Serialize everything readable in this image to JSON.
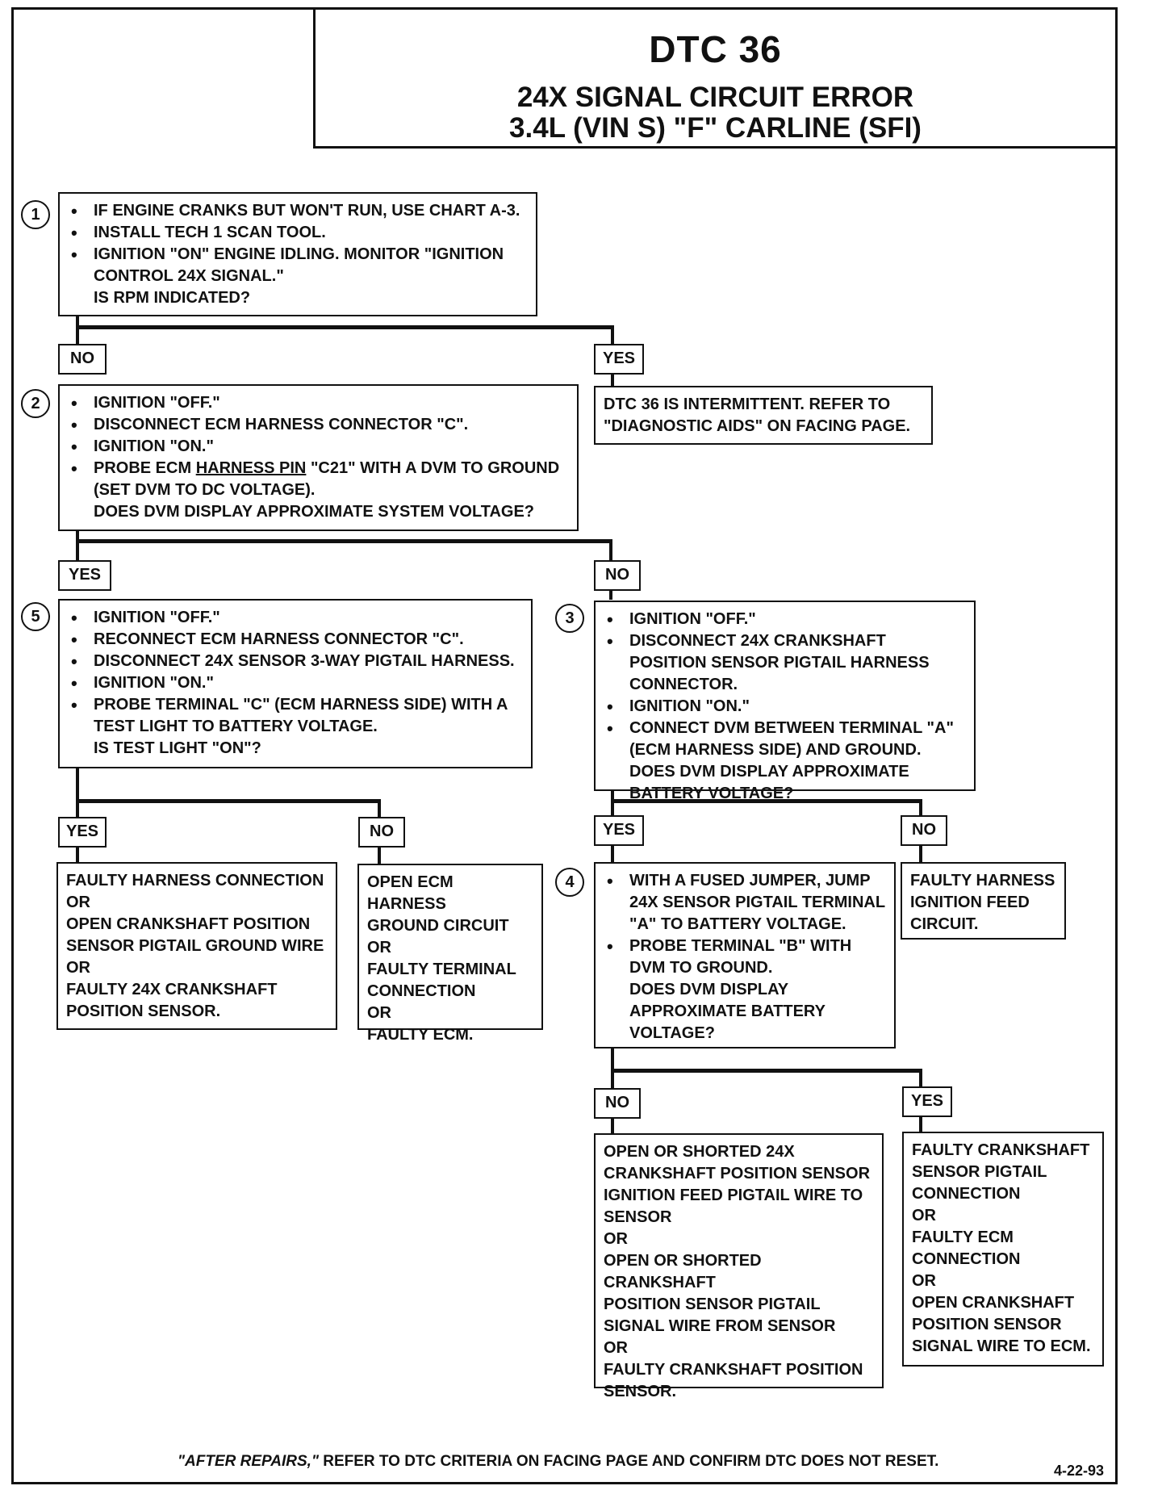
{
  "header": {
    "code": "DTC 36",
    "title": "24X SIGNAL CIRCUIT ERROR",
    "subtitle": "3.4L  (VIN S)  \"F\"  CARLINE  (SFI)"
  },
  "steps": {
    "s1": {
      "number": "1",
      "bullets": [
        "IF ENGINE CRANKS BUT WON'T RUN, USE CHART A-3.",
        "INSTALL TECH 1 SCAN TOOL.",
        "IGNITION \"ON\" ENGINE IDLING.  MONITOR \"IGNITION CONTROL 24X SIGNAL.\""
      ],
      "question": "IS RPM INDICATED?"
    },
    "s2": {
      "number": "2",
      "bullets": [
        "IGNITION \"OFF.\"",
        "DISCONNECT ECM HARNESS CONNECTOR \"C\".",
        "IGNITION \"ON.\""
      ],
      "probe_prefix": "PROBE ECM ",
      "probe_underlined": "HARNESS PIN",
      "probe_suffix": " \"C21\" WITH A DVM TO GROUND (SET DVM TO DC VOLTAGE).",
      "question": "DOES DVM DISPLAY APPROXIMATE SYSTEM VOLTAGE?"
    },
    "s3": {
      "number": "3",
      "bullets": [
        "IGNITION \"OFF.\"",
        "DISCONNECT 24X CRANKSHAFT POSITION SENSOR PIGTAIL HARNESS CONNECTOR.",
        "IGNITION \"ON.\"",
        "CONNECT DVM BETWEEN TERMINAL \"A\" (ECM HARNESS SIDE) AND GROUND."
      ],
      "question": "DOES DVM DISPLAY APPROXIMATE BATTERY VOLTAGE?"
    },
    "s4": {
      "number": "4",
      "bullets": [
        "WITH A FUSED JUMPER, JUMP 24X SENSOR PIGTAIL TERMINAL \"A\" TO BATTERY VOLTAGE.",
        "PROBE TERMINAL \"B\" WITH DVM TO GROUND."
      ],
      "question": "DOES DVM DISPLAY APPROXIMATE BATTERY VOLTAGE?"
    },
    "s5": {
      "number": "5",
      "bullets": [
        "IGNITION \"OFF.\"",
        "RECONNECT ECM HARNESS CONNECTOR \"C\".",
        "DISCONNECT 24X SENSOR 3-WAY PIGTAIL HARNESS.",
        "IGNITION \"ON.\"",
        "PROBE TERMINAL \"C\" (ECM HARNESS SIDE) WITH A TEST LIGHT TO BATTERY VOLTAGE."
      ],
      "question": "IS TEST LIGHT \"ON\"?"
    }
  },
  "labels": {
    "no": "NO",
    "yes": "YES"
  },
  "results": {
    "intermittent": [
      "DTC 36 IS INTERMITTENT.  REFER TO",
      "\"DIAGNOSTIC AIDS\" ON FACING PAGE."
    ],
    "s5_yes": [
      "FAULTY HARNESS CONNECTION",
      "OR",
      "OPEN CRANKSHAFT POSITION",
      "SENSOR PIGTAIL GROUND WIRE",
      "OR",
      "FAULTY 24X CRANKSHAFT",
      "POSITION SENSOR."
    ],
    "s5_no": [
      "OPEN ECM HARNESS",
      "GROUND CIRCUIT",
      "OR",
      "FAULTY TERMINAL",
      "CONNECTION",
      "OR",
      "FAULTY ECM."
    ],
    "s3_no": [
      "FAULTY HARNESS",
      "IGNITION FEED",
      "CIRCUIT."
    ],
    "s4_no": [
      "OPEN OR SHORTED 24X",
      "CRANKSHAFT POSITION SENSOR",
      "IGNITION FEED PIGTAIL WIRE TO",
      "SENSOR",
      "OR",
      "OPEN OR SHORTED CRANKSHAFT",
      "POSITION SENSOR PIGTAIL",
      "SIGNAL WIRE FROM SENSOR",
      "OR",
      "FAULTY CRANKSHAFT POSITION",
      "SENSOR."
    ],
    "s4_yes": [
      "FAULTY CRANKSHAFT",
      "SENSOR PIGTAIL",
      "CONNECTION",
      "OR",
      "FAULTY ECM",
      "CONNECTION",
      "OR",
      "OPEN CRANKSHAFT",
      "POSITION SENSOR",
      "SIGNAL WIRE TO ECM."
    ]
  },
  "footer": {
    "emphasis": "\"AFTER REPAIRS,\"",
    "text": " REFER TO DTC CRITERIA ON FACING PAGE AND CONFIRM DTC DOES NOT RESET.",
    "date": "4-22-93"
  }
}
